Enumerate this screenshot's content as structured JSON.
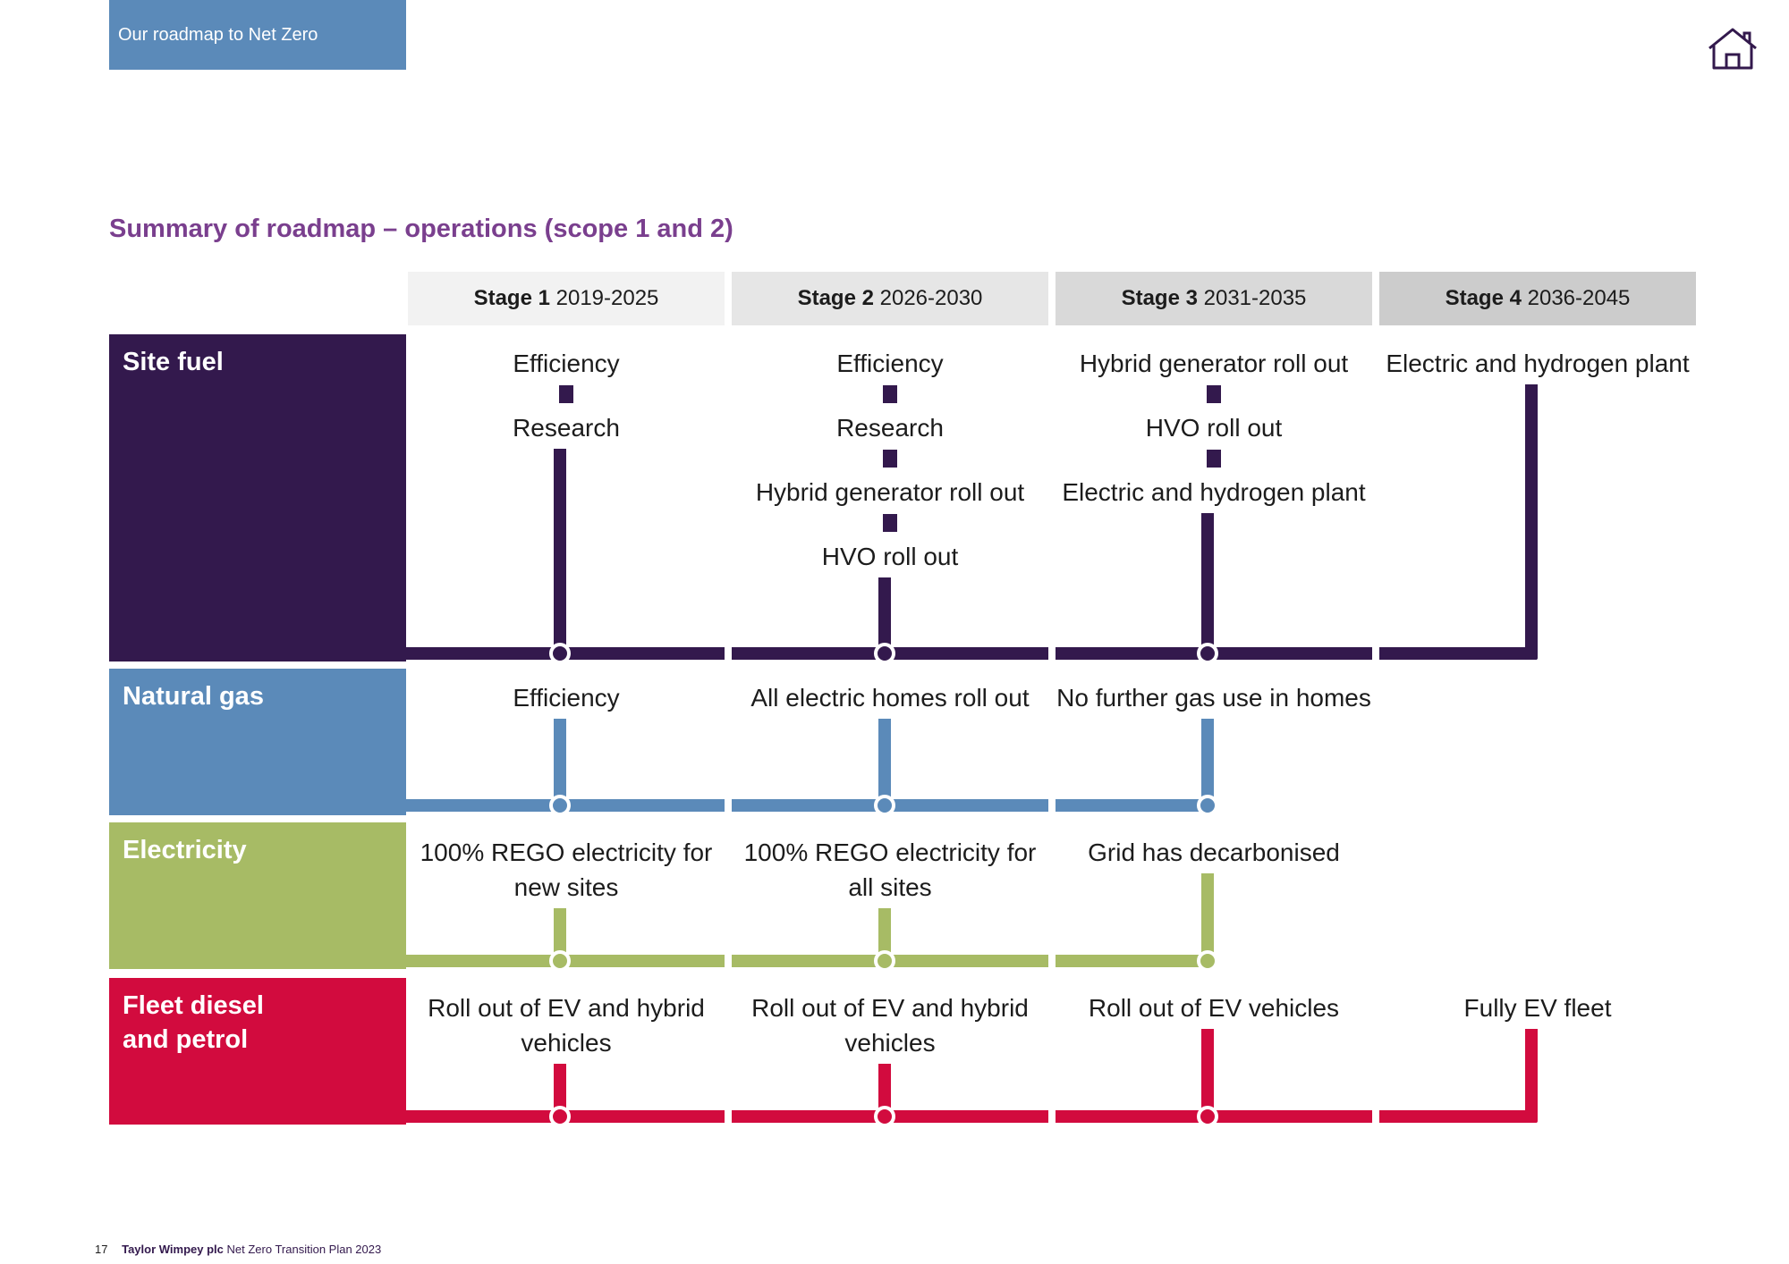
{
  "section_tag": "Our roadmap to Net Zero",
  "title": "Summary of roadmap – operations (scope 1 and 2)",
  "stages": [
    {
      "name": "Stage 1",
      "years": "2019-2025",
      "bg": "#f2f2f2"
    },
    {
      "name": "Stage 2",
      "years": "2026-2030",
      "bg": "#e6e6e6"
    },
    {
      "name": "Stage 3",
      "years": "2031-2035",
      "bg": "#d9d9d9"
    },
    {
      "name": "Stage 4",
      "years": "2036-2045",
      "bg": "#cccccc"
    }
  ],
  "rows": [
    {
      "label": "Site fuel",
      "color": "#33194d",
      "cells": [
        [
          "Efficiency",
          "Research"
        ],
        [
          "Efficiency",
          "Research",
          "Hybrid generator roll out",
          "HVO roll out"
        ],
        [
          "Hybrid generator roll out",
          "HVO roll out",
          "Electric and hydrogen plant"
        ],
        [
          "Electric and hydrogen plant"
        ]
      ]
    },
    {
      "label": "Natural gas",
      "color": "#5b8ab9",
      "cells": [
        [
          "Efficiency"
        ],
        [
          "All electric homes roll out"
        ],
        [
          "No further gas use in homes"
        ],
        []
      ]
    },
    {
      "label": "Electricity",
      "color": "#a7bb65",
      "cells": [
        [
          "100% REGO electricity for new sites"
        ],
        [
          "100% REGO electricity for all sites"
        ],
        [
          "Grid has decarbonised"
        ],
        []
      ]
    },
    {
      "label": "Fleet diesel and petrol",
      "color": "#d20b3e",
      "cells": [
        [
          "Roll out of EV and hybrid vehicles"
        ],
        [
          "Roll out of EV and hybrid vehicles"
        ],
        [
          "Roll out of EV vehicles"
        ],
        [
          "Fully EV fleet"
        ]
      ]
    }
  ],
  "footer": {
    "page": "17",
    "company": "Taylor Wimpey plc",
    "doc": "Net Zero Transition Plan 2023"
  },
  "icons": {
    "home": "home-icon"
  }
}
